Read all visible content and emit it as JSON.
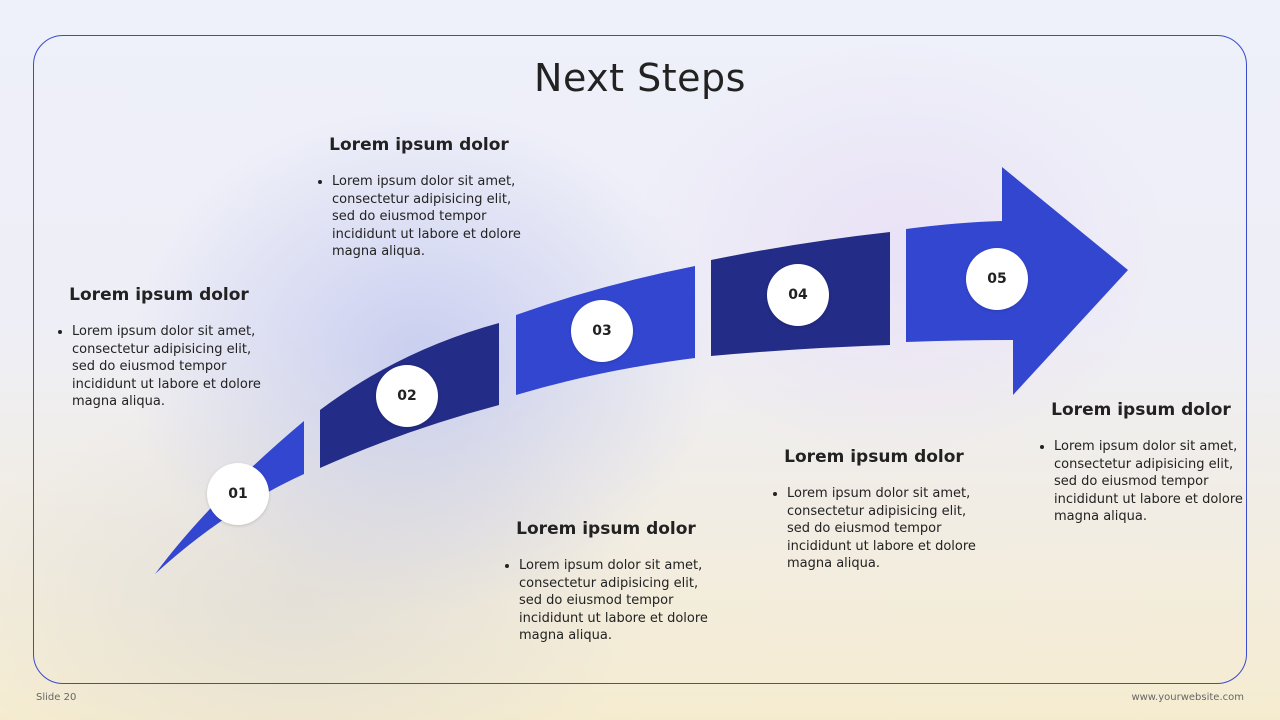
{
  "slide": {
    "title": "Next Steps",
    "footer_left": "Slide 20",
    "footer_right": "www.yourwebsite.com"
  },
  "colors": {
    "light_blue": "#3346d0",
    "dark_blue": "#232c86",
    "frame": "#3a4bcc"
  },
  "steps": [
    {
      "number": "01",
      "heading": "Lorem ipsum dolor",
      "text": "Lorem ipsum dolor sit amet, consectetur adipisicing elit, sed do eiusmod tempor incididunt ut labore et dolore magna aliqua."
    },
    {
      "number": "02",
      "heading": "Lorem ipsum dolor",
      "text": "Lorem ipsum dolor sit amet, consectetur adipisicing elit, sed do eiusmod tempor incididunt ut labore et dolore magna aliqua."
    },
    {
      "number": "03",
      "heading": "Lorem ipsum dolor",
      "text": "Lorem ipsum dolor sit amet, consectetur adipisicing elit, sed do eiusmod tempor incididunt ut labore et dolore magna aliqua."
    },
    {
      "number": "04",
      "heading": "Lorem ipsum dolor",
      "text": "Lorem ipsum dolor sit amet, consectetur adipisicing elit, sed do eiusmod tempor incididunt ut labore et dolore magna aliqua."
    },
    {
      "number": "05",
      "heading": "Lorem ipsum dolor",
      "text": "Lorem ipsum dolor sit amet, consectetur adipisicing elit, sed do eiusmod tempor incididunt ut labore et dolore magna aliqua."
    }
  ]
}
